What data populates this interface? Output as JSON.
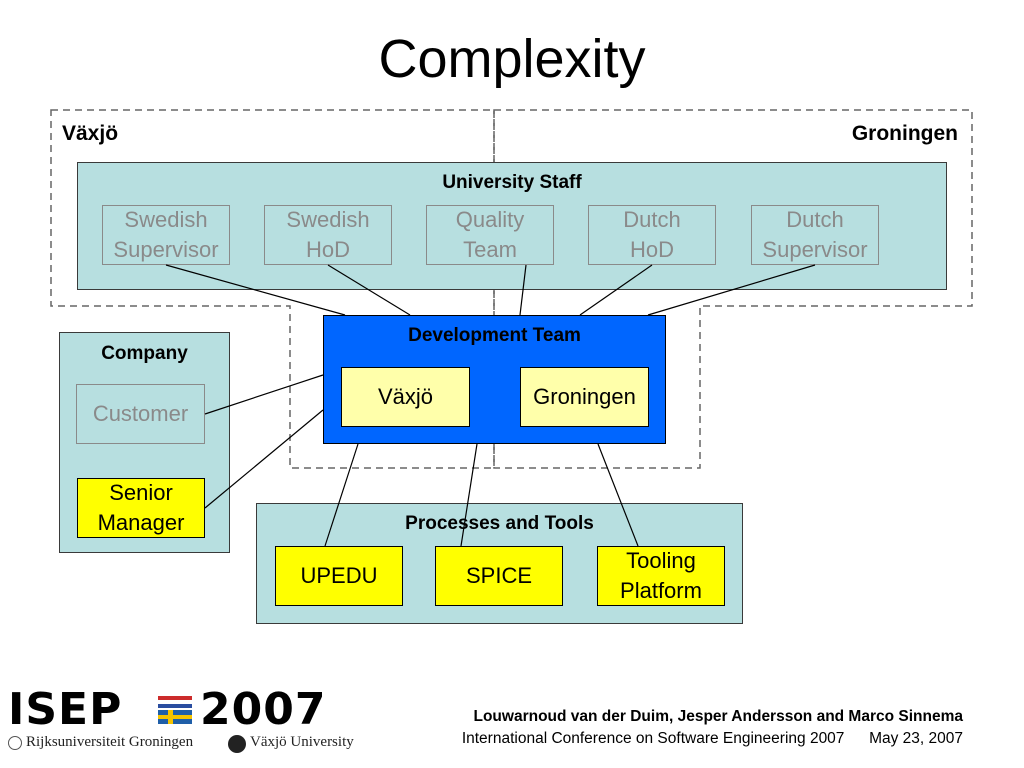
{
  "slide": {
    "title": "Complexity"
  },
  "regions": {
    "left_label": "Växjö",
    "right_label": "Groningen"
  },
  "university_staff": {
    "title": "University Staff",
    "members": [
      {
        "line1": "Swedish",
        "line2": "Supervisor"
      },
      {
        "line1": "Swedish",
        "line2": "HoD"
      },
      {
        "line1": "Quality",
        "line2": "Team"
      },
      {
        "line1": "Dutch",
        "line2": "HoD"
      },
      {
        "line1": "Dutch",
        "line2": "Supervisor"
      }
    ]
  },
  "company": {
    "title": "Company",
    "customer": "Customer",
    "senior_manager": {
      "line1": "Senior",
      "line2": "Manager"
    }
  },
  "development_team": {
    "title": "Development Team",
    "sites": [
      "Växjö",
      "Groningen"
    ]
  },
  "processes_tools": {
    "title": "Processes and Tools",
    "items": [
      {
        "line1": "UPEDU",
        "line2": ""
      },
      {
        "line1": "SPICE",
        "line2": ""
      },
      {
        "line1": "Tooling",
        "line2": "Platform"
      }
    ]
  },
  "colors": {
    "group_fill": "#b7dfe0",
    "dev_team_fill": "#0066ff",
    "highlight_yellow": "#ffff00",
    "site_yellow": "#ffffaa"
  },
  "footer": {
    "logo_text_left": "ISEP",
    "logo_text_right": "2007",
    "logo_university_1": "Rijksuniversiteit Groningen",
    "logo_university_2": "Växjö University",
    "authors": "Louwarnoud van der Duim, Jesper Andersson and Marco Sinnema",
    "conference": "International Conference on Software Engineering 2007",
    "date": "May 23, 2007"
  }
}
